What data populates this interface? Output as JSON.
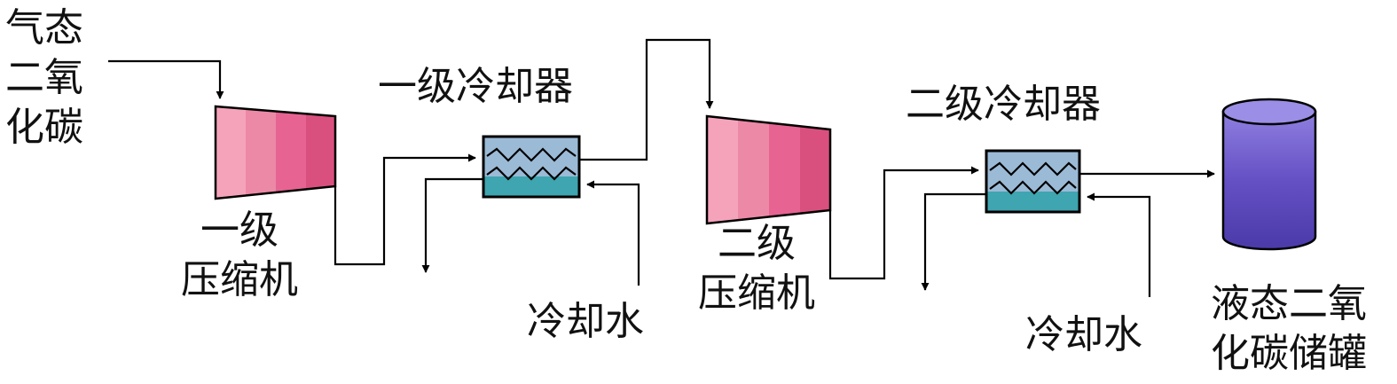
{
  "labels": {
    "input_gas": [
      "气态",
      "二氧",
      "化碳"
    ],
    "compressor1": [
      "一级",
      "压缩机"
    ],
    "cooler1": "一级冷却器",
    "cooling_water1": "冷却水",
    "compressor2": [
      "二级",
      "压缩机"
    ],
    "cooler2": "二级冷却器",
    "cooling_water2": "冷却水",
    "storage_tank": [
      "液态二氧",
      "化碳储罐"
    ]
  },
  "colors": {
    "compressor_stripes": [
      "#f5a3bb",
      "#ec89a6",
      "#e76392",
      "#d9507f"
    ],
    "cooler_top": "#9bbad6",
    "cooler_bottom": "#3fa5b0",
    "tank_body": "#6a55c8",
    "tank_top": "#8c7ee0",
    "line": "#000000"
  },
  "icons": [
    "compressor-icon",
    "heat-exchanger-icon",
    "storage-tank-icon",
    "arrow-icon"
  ]
}
